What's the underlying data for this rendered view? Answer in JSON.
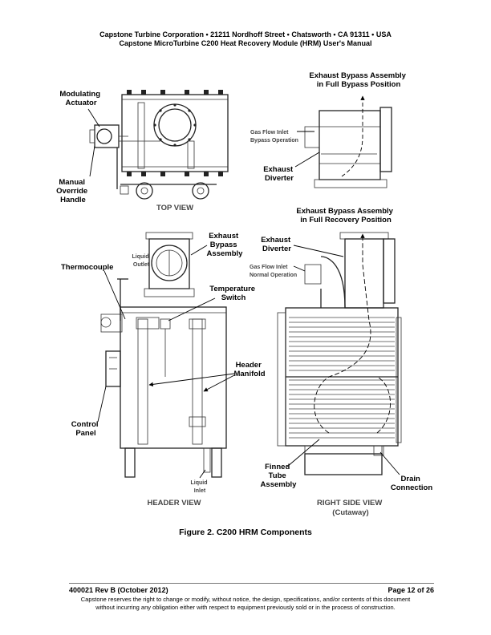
{
  "header": {
    "line1": "Capstone Turbine Corporation • 21211 Nordhoff Street • Chatsworth • CA 91311 • USA",
    "line2": "Capstone MicroTurbine C200 Heat Recovery Module (HRM) User's Manual"
  },
  "labels": {
    "modulating_actuator": [
      "Modulating",
      "Actuator"
    ],
    "manual_override": [
      "Manual",
      "Override",
      "Handle"
    ],
    "top_view": "TOP VIEW",
    "bypass_title": [
      "Exhaust Bypass Assembly",
      "in Full Bypass Position"
    ],
    "gas_inlet_bypass": [
      "Gas Flow Inlet",
      "Bypass Operation"
    ],
    "exhaust_diverter_1": [
      "Exhaust",
      "Diverter"
    ],
    "recovery_title": [
      "Exhaust Bypass Assembly",
      "in Full Recovery Position"
    ],
    "exhaust_bypass_assembly": [
      "Exhaust",
      "Bypass",
      "Assembly"
    ],
    "liquid_outlet": [
      "Liquid",
      "Outlet"
    ],
    "thermocouple": "Thermocouple",
    "temperature_switch": [
      "Temperature",
      "Switch"
    ],
    "exhaust_diverter_2": [
      "Exhaust",
      "Diverter"
    ],
    "gas_inlet_normal": [
      "Gas Flow Inlet",
      "Normal Operation"
    ],
    "header_manifold": [
      "Header",
      "Manifold"
    ],
    "control_panel": [
      "Control",
      "Panel"
    ],
    "finned_tube": [
      "Finned",
      "Tube",
      "Assembly"
    ],
    "drain_connection": [
      "Drain",
      "Connection"
    ],
    "liquid_inlet": [
      "Liquid",
      "Inlet"
    ],
    "header_view": "HEADER VIEW",
    "right_side_view": [
      "RIGHT SIDE VIEW",
      "(Cutaway)"
    ]
  },
  "caption": "Figure 2.  C200 HRM Components",
  "footer": {
    "doc_id": "400021 Rev B (October 2012)",
    "page": "Page 12 of 26",
    "disclaimer_1": "Capstone reserves the right to change or modify, without notice, the design, specifications, and/or contents of this document",
    "disclaimer_2": "without incurring any obligation either with respect to equipment previously sold or in the process of construction."
  }
}
